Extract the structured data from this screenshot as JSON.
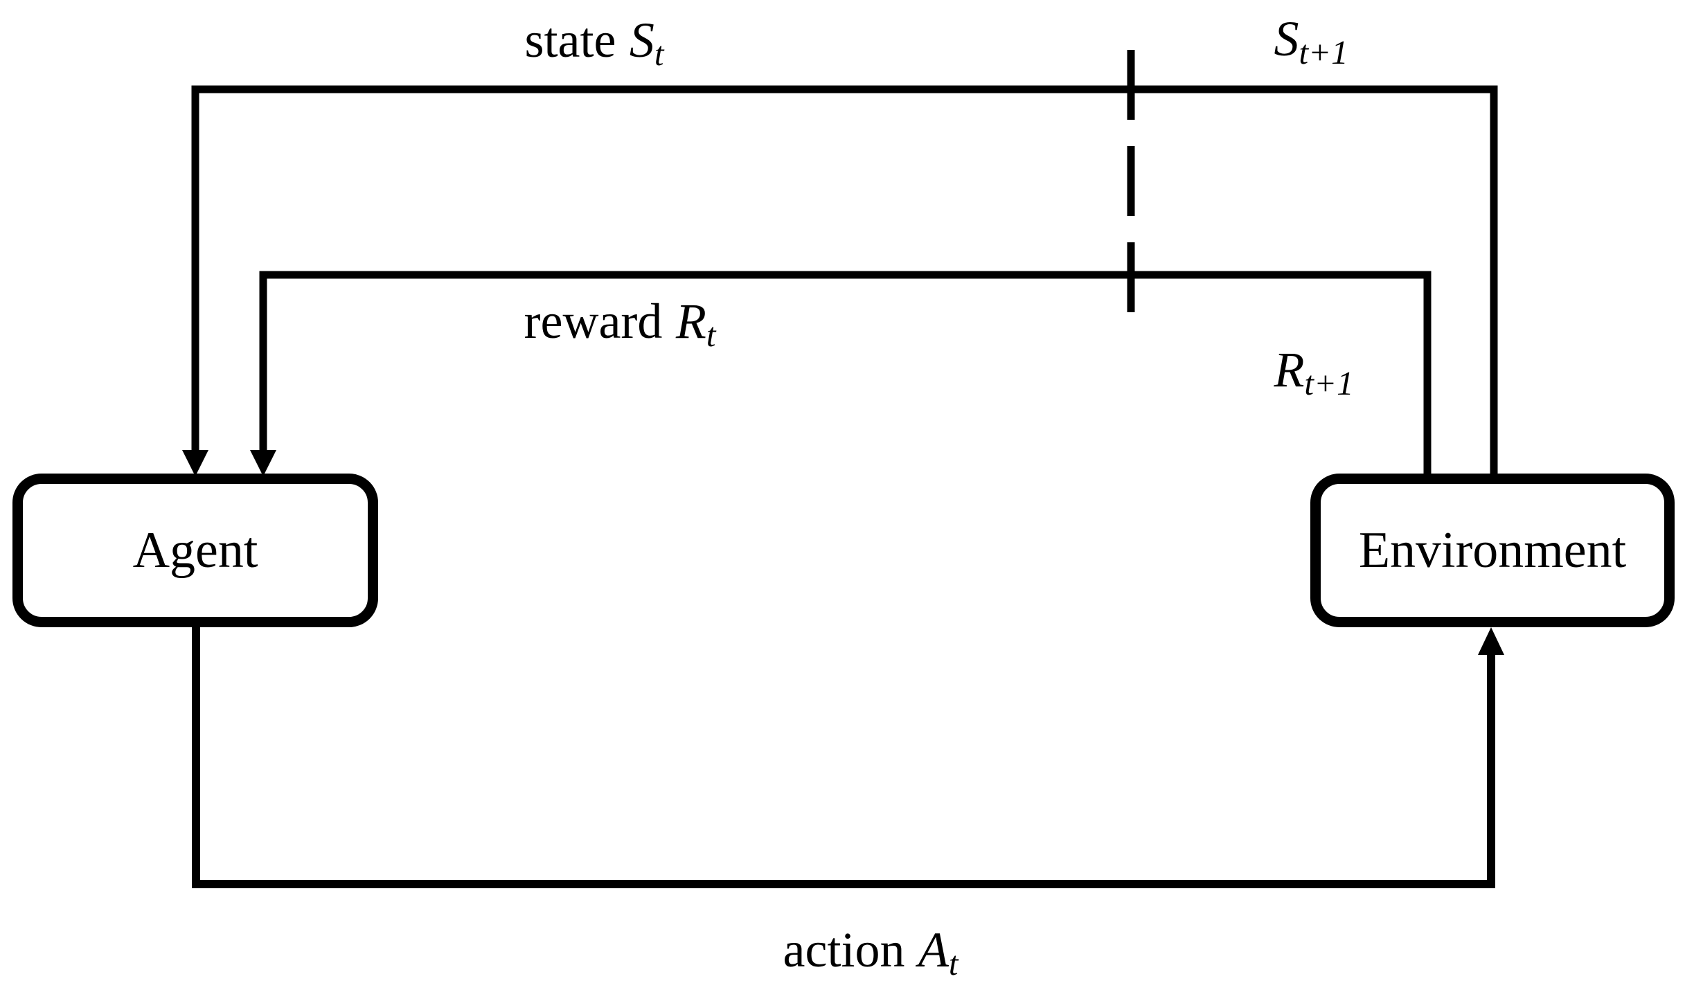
{
  "figure": {
    "description": "Agent-environment interaction loop diagram",
    "background_color": "#ffffff",
    "line_color": "#000000"
  },
  "boxes": {
    "agent": "Agent",
    "environment": "Environment"
  },
  "labels": {
    "state": {
      "word": "state",
      "var": "S",
      "sub": "t"
    },
    "state_next": {
      "var": "S",
      "sub": "t+1"
    },
    "reward": {
      "word": "reward",
      "var": "R",
      "sub": "t"
    },
    "reward_next": {
      "var": "R",
      "sub": "t+1"
    },
    "action": {
      "word": "action",
      "var": "A",
      "sub": "t"
    }
  }
}
